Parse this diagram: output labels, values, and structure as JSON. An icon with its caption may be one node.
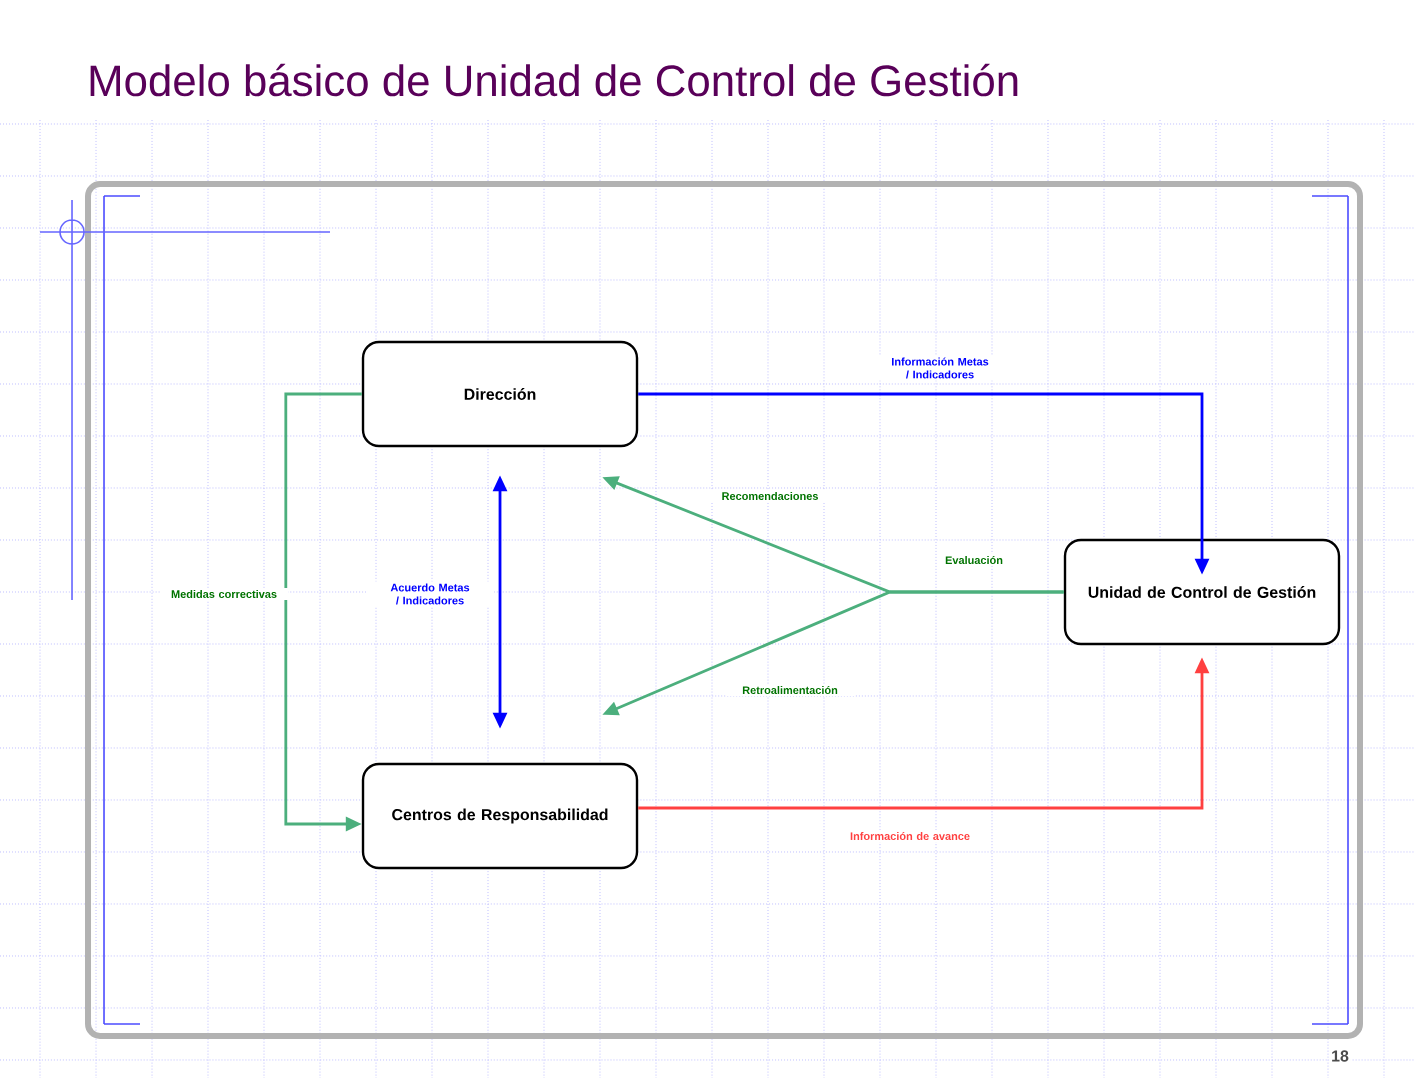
{
  "diagram": {
    "title": "Modelo básico de Unidad de Control de Gestión",
    "nodes": [
      {
        "text": [
          "Dirección"
        ]
      },
      {
        "text": [
          "Unidad de Control de Gestión"
        ]
      },
      {
        "text": [
          "Centros de Responsabilidad"
        ]
      }
    ],
    "edges": [
      {
        "from": 0,
        "to": 1,
        "arrow": "to",
        "label": "Información Metas / Indicadores",
        "color": "#0000ff"
      },
      {
        "from": 0,
        "to": 2,
        "arrow": "both",
        "label": "Acuerdo Metas / Indicadores",
        "color": "#0000ff"
      },
      {
        "from": 0,
        "to": 2,
        "arrow": "to",
        "label": "Medidas correctivas"
      },
      {
        "from": 1,
        "to": 0,
        "arrow": "to",
        "label": "Recomendaciones"
      },
      {
        "from": 1,
        "to": 2,
        "arrow": "to",
        "label": "Retroalimentación"
      },
      {
        "from": 2,
        "to": 1,
        "arrow": "to",
        "label": "Información de avance",
        "color": "#ff4040"
      }
    ],
    "labels": [
      "Evaluación",
      "18"
    ]
  }
}
